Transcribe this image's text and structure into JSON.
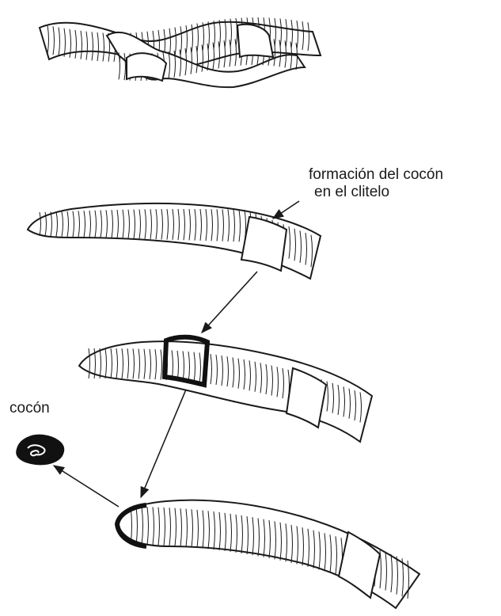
{
  "labels": {
    "cocoon_formation_line1": "formación del cocón",
    "cocoon_formation_line2": "en el clitelo",
    "cocoon": "cocón"
  },
  "colors": {
    "ink": "#1a1a1a",
    "band": "#111111",
    "background": "#ffffff"
  }
}
